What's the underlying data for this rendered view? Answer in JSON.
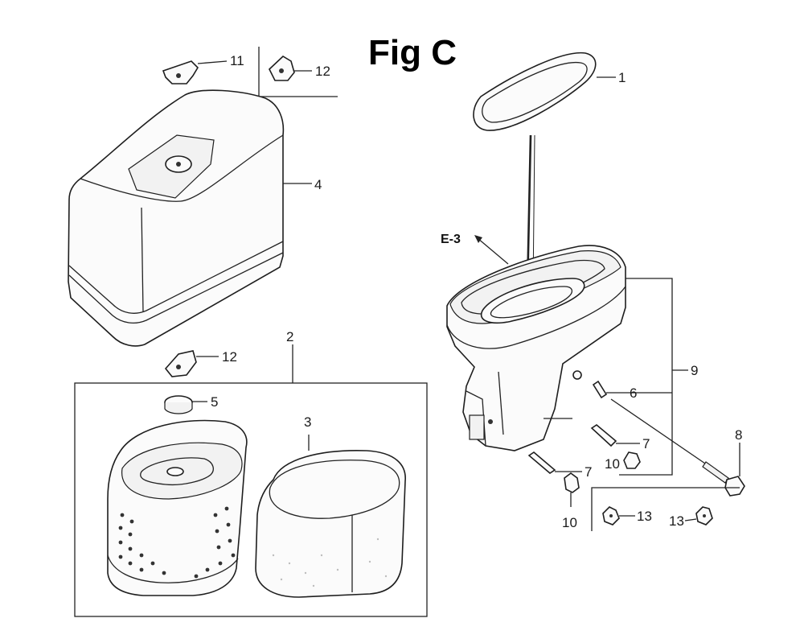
{
  "figure": {
    "title": "Fig C",
    "reference_link": "E-3"
  },
  "callouts": [
    {
      "id": "c1",
      "text": "1"
    },
    {
      "id": "c2",
      "text": "2"
    },
    {
      "id": "c3",
      "text": "3"
    },
    {
      "id": "c4",
      "text": "4"
    },
    {
      "id": "c5",
      "text": "5"
    },
    {
      "id": "c6",
      "text": "6"
    },
    {
      "id": "c7a",
      "text": "7"
    },
    {
      "id": "c7b",
      "text": "7"
    },
    {
      "id": "c8",
      "text": "8"
    },
    {
      "id": "c9",
      "text": "9"
    },
    {
      "id": "c10a",
      "text": "10"
    },
    {
      "id": "c10b",
      "text": "10"
    },
    {
      "id": "c11",
      "text": "11"
    },
    {
      "id": "c12a",
      "text": "12"
    },
    {
      "id": "c12b",
      "text": "12"
    },
    {
      "id": "c13a",
      "text": "13"
    },
    {
      "id": "c13b",
      "text": "13"
    }
  ]
}
